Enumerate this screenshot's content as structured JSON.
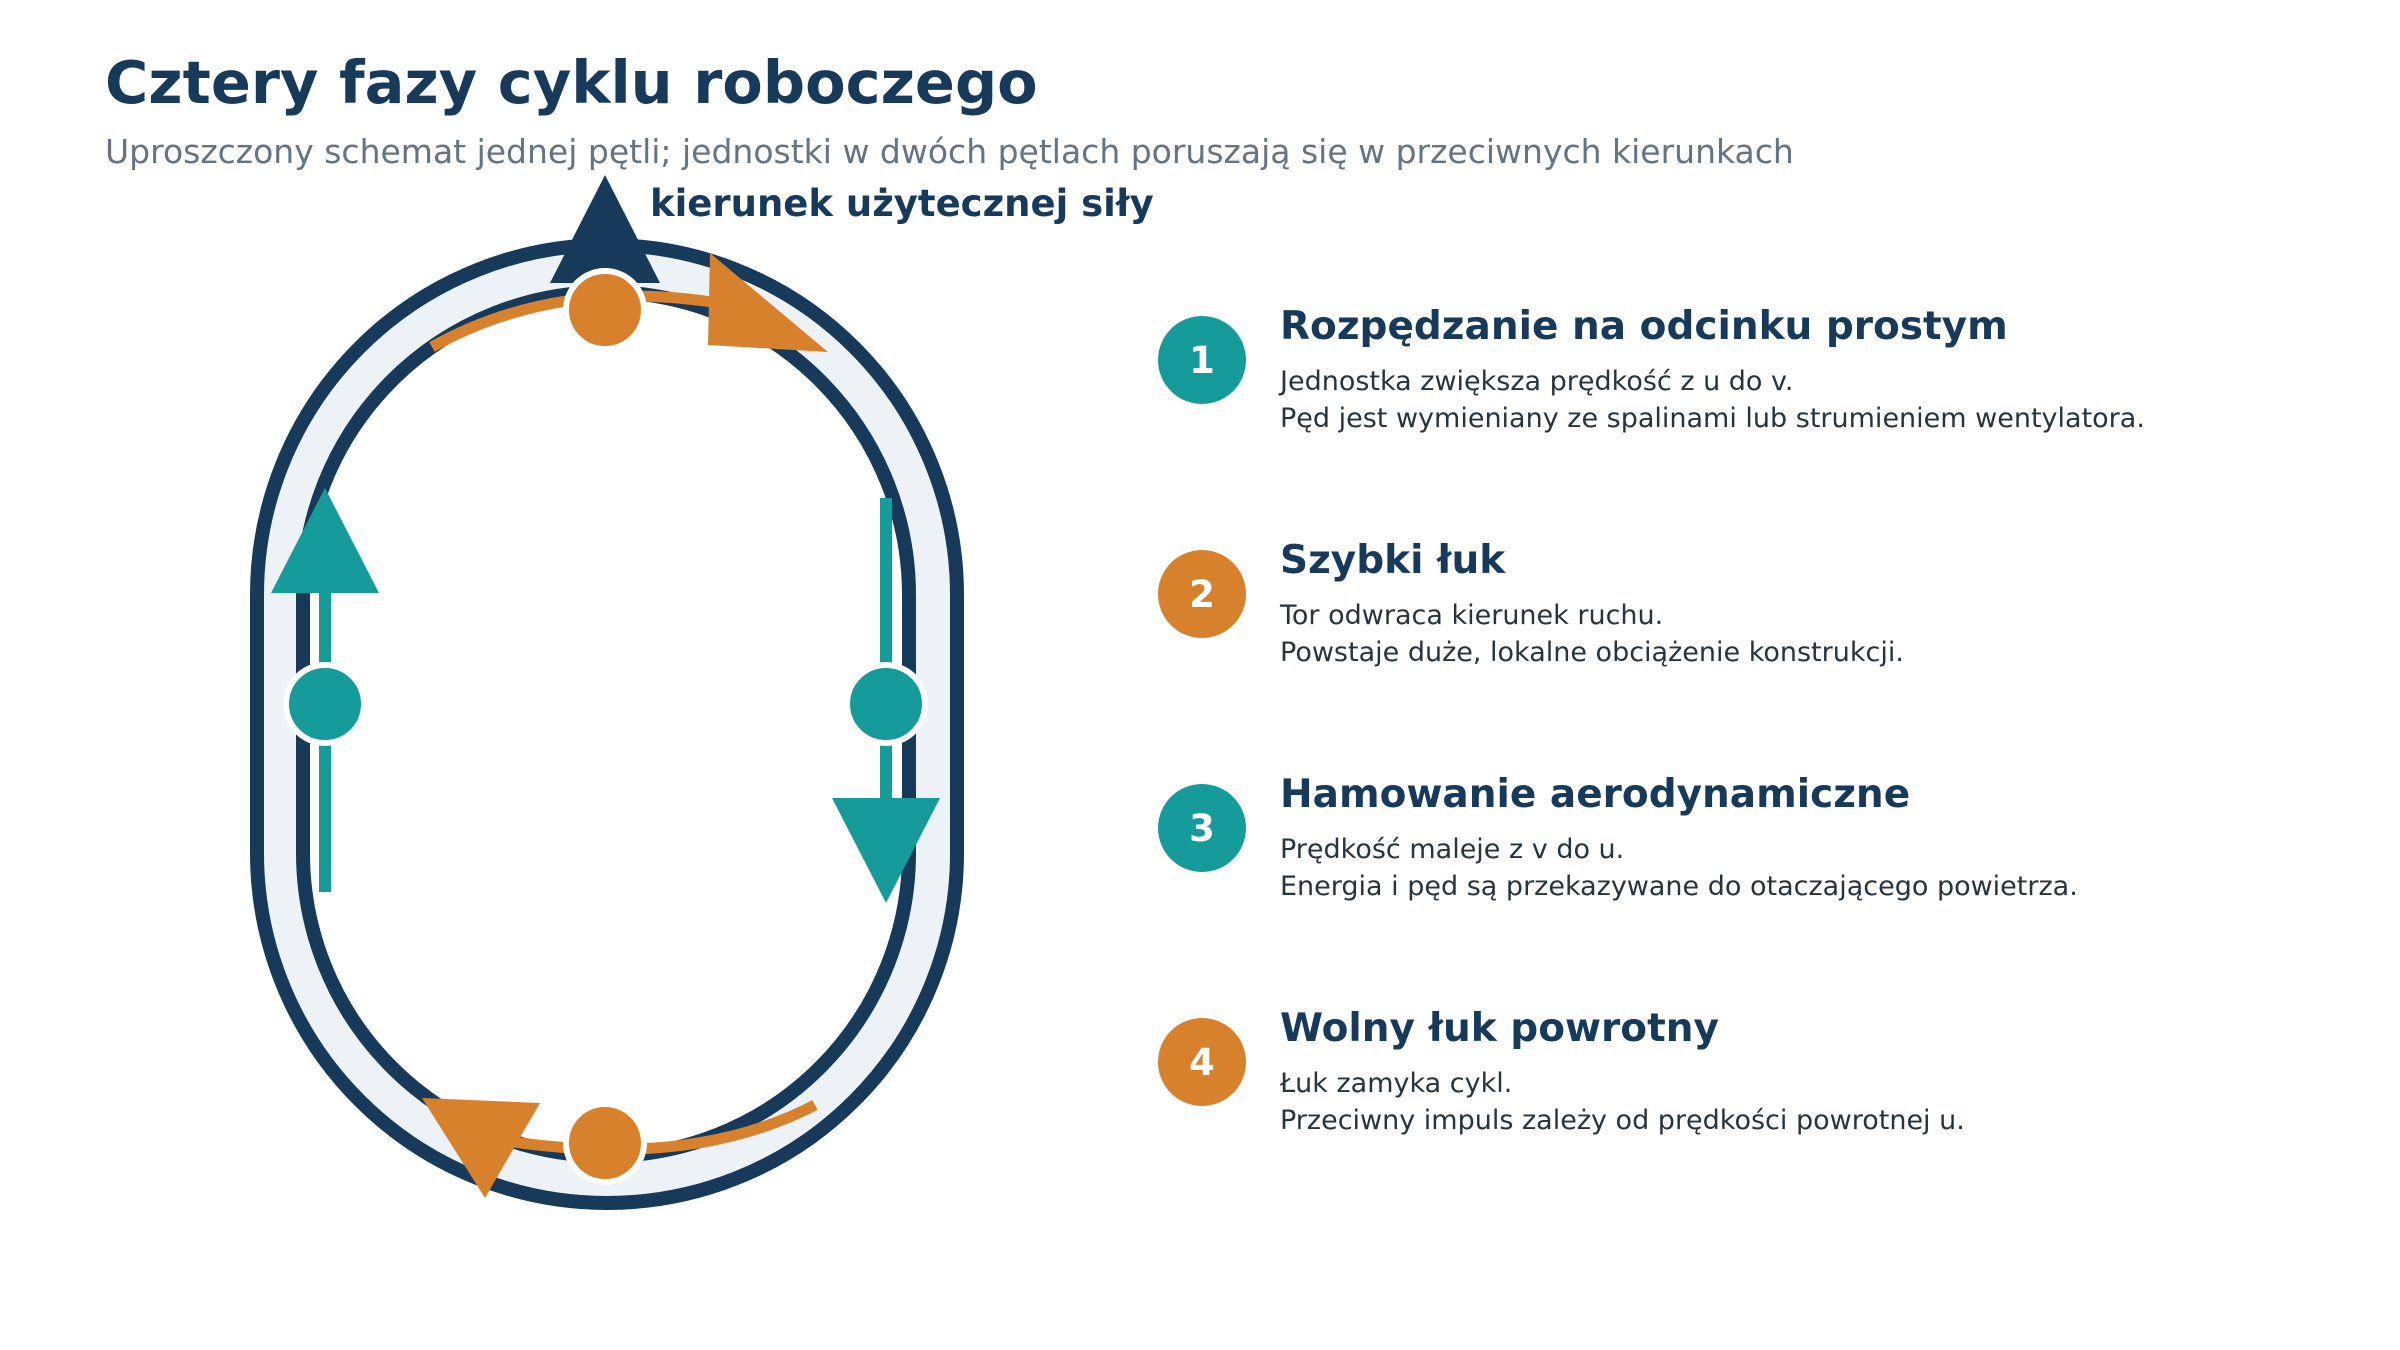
{
  "header": {
    "title": "Cztery fazy cyklu roboczego",
    "subtitle": "Uproszczony schemat jednej pętli; jednostki w dwóch pętlach poruszają się w przeciwnych kierunkach"
  },
  "diagram": {
    "force_label": "kierunek użytecznej siły"
  },
  "phases": [
    {
      "number": "1",
      "title": "Rozpędzanie na odcinku prostym",
      "line1": "Jednostka zwiększa prędkość z u do v.",
      "line2": "Pęd jest wymieniany ze spalinami lub strumieniem wentylatora.",
      "color": "#169b9b"
    },
    {
      "number": "2",
      "title": "Szybki łuk",
      "line1": "Tor odwraca kierunek ruchu.",
      "line2": "Powstaje duże, lokalne obciążenie konstrukcji.",
      "color": "#d8812c"
    },
    {
      "number": "3",
      "title": "Hamowanie aerodynamiczne",
      "line1": "Prędkość maleje z v do u.",
      "line2": "Energia i pęd są przekazywane do otaczającego powietrza.",
      "color": "#169b9b"
    },
    {
      "number": "4",
      "title": "Wolny łuk powrotny",
      "line1": "Łuk zamyka cykl.",
      "line2": "Przeciwny impuls zależy od prędkości powrotnej u.",
      "color": "#d8812c"
    }
  ],
  "colors": {
    "navy": "#173a5a",
    "teal": "#169b9b",
    "orange": "#d8812c",
    "track_fill": "#edf2f6"
  }
}
